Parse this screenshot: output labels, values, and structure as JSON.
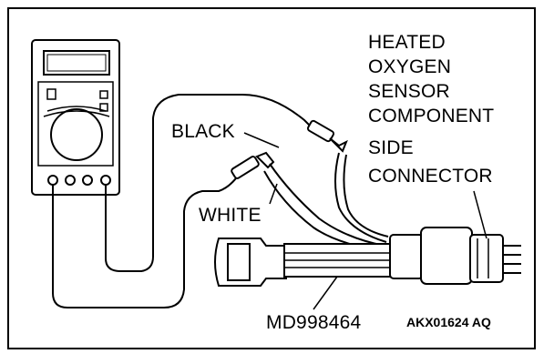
{
  "labels": {
    "component": [
      "HEATED",
      "OXYGEN",
      "SENSOR",
      "COMPONENT",
      "SIDE",
      "CONNECTOR"
    ],
    "black_lead": "BLACK",
    "white_lead": "WHITE",
    "tool": "MD998464",
    "figure_code": "AKX01624 AQ"
  }
}
